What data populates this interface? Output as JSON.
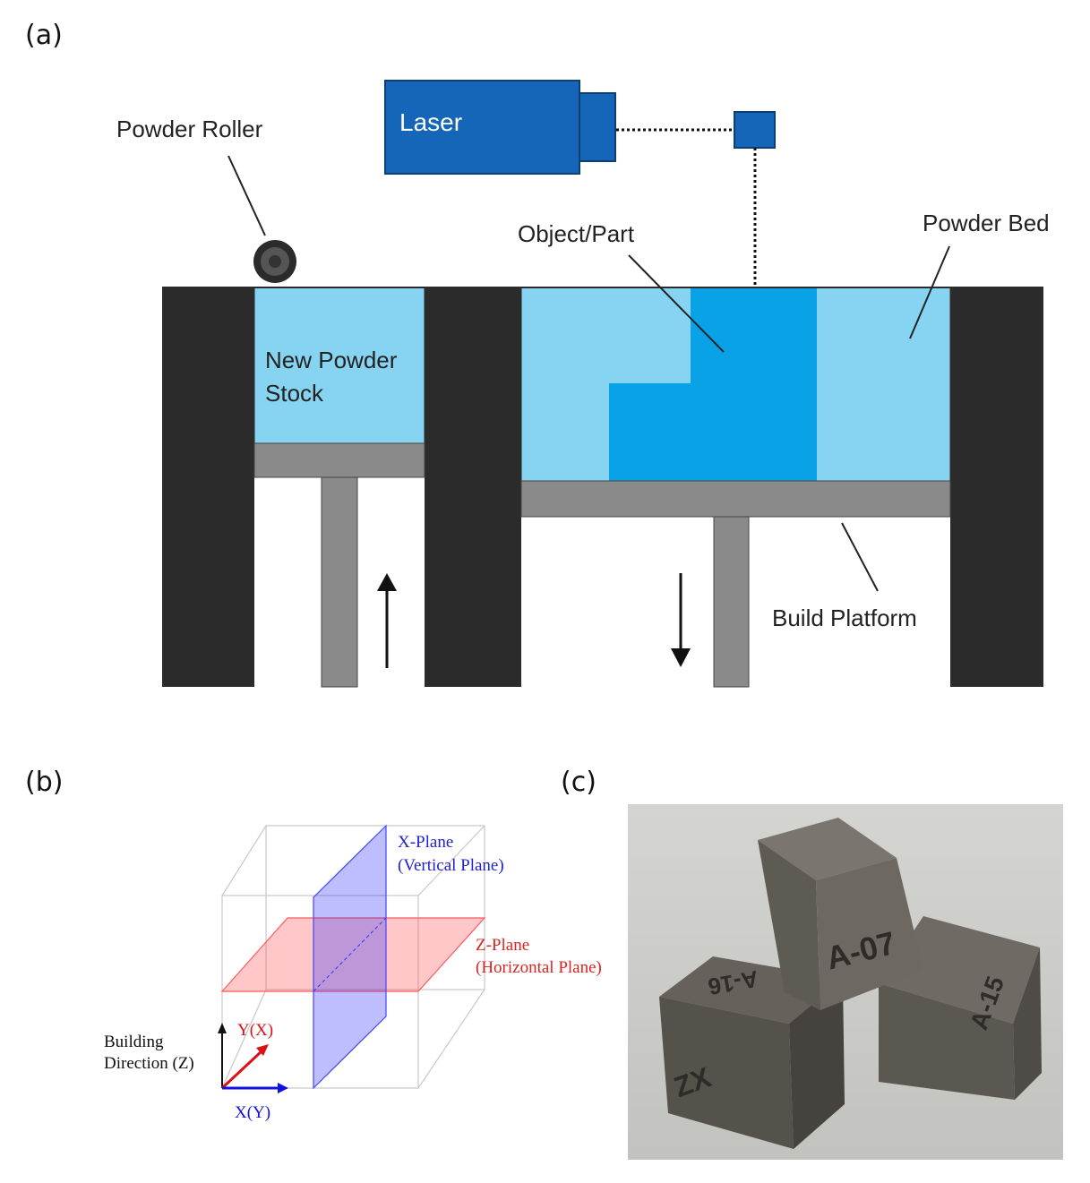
{
  "panels": {
    "a": "(a)",
    "b": "(b)",
    "c": "(c)"
  },
  "diagram_a": {
    "labels": {
      "laser": "Laser",
      "powder_roller": "Powder Roller",
      "object_part": "Object/Part",
      "powder_bed": "Powder Bed",
      "new_powder_line1": "New Powder",
      "new_powder_line2": "Stock",
      "build_platform": "Build Platform"
    },
    "colors": {
      "wall": "#2b2b2b",
      "powder": "#87d4f2",
      "part": "#0aa2e6",
      "laser": "#1566b8",
      "platform": "#8a8a8a"
    }
  },
  "diagram_b": {
    "labels": {
      "x_plane_line1": "X-Plane",
      "x_plane_line2": "(Vertical Plane)",
      "z_plane_line1": "Z-Plane",
      "z_plane_line2": "(Horizontal Plane)",
      "building_line1": "Building",
      "building_line2": "Direction (Z)",
      "y_axis": "Y(X)",
      "x_axis": "X(Y)"
    },
    "colors": {
      "x_plane": "#2b2bff",
      "z_plane": "#ff4d4d",
      "y_axis": "#dd1111",
      "x_axis": "#1111dd"
    }
  },
  "photo_c": {
    "cube_labels": [
      "A-07",
      "A-15",
      "A-16",
      "ZX"
    ]
  }
}
